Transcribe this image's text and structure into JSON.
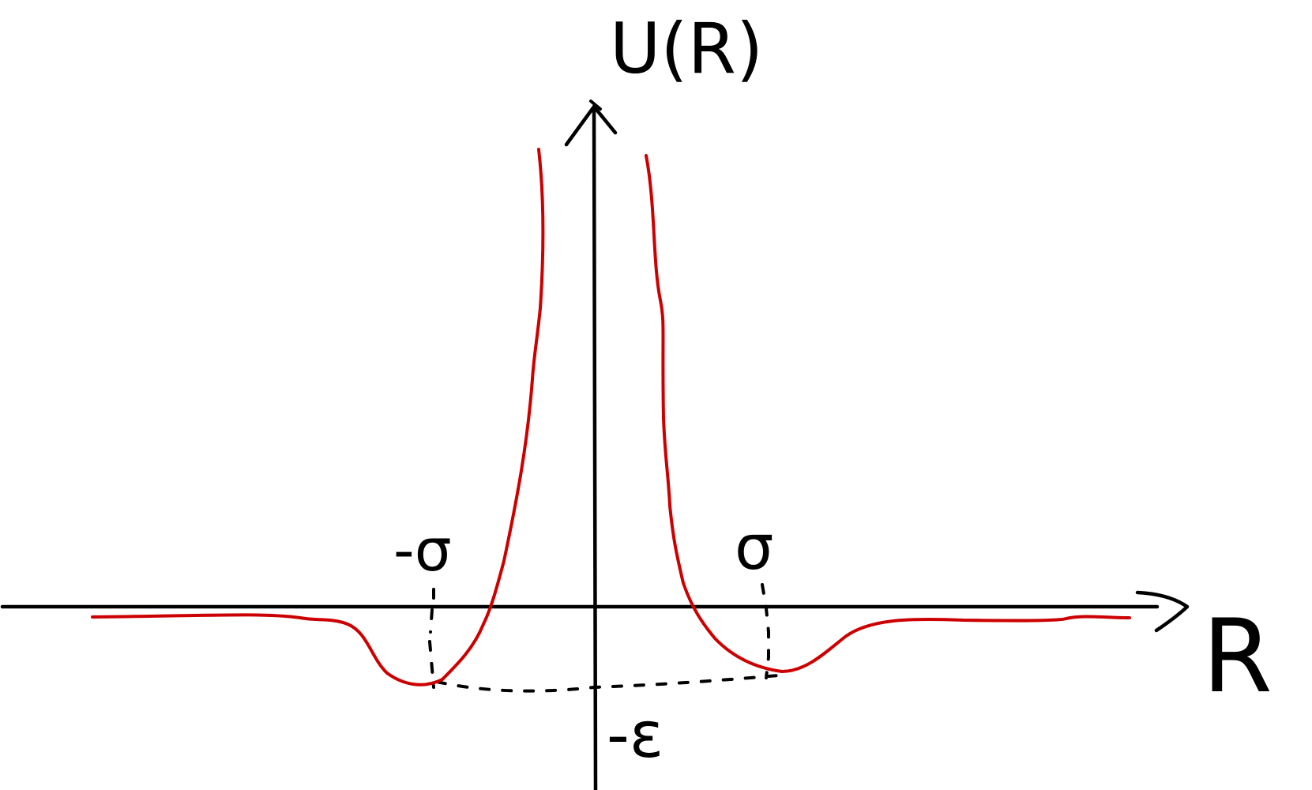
{
  "diagram": {
    "y_axis_label": "U(R)",
    "x_axis_label": "R",
    "marker_left": "-σ",
    "marker_right": "σ",
    "well_depth_label": "-ε",
    "curve_color": "#cc0000",
    "ink_color": "#000000",
    "background": "#ffffff"
  }
}
